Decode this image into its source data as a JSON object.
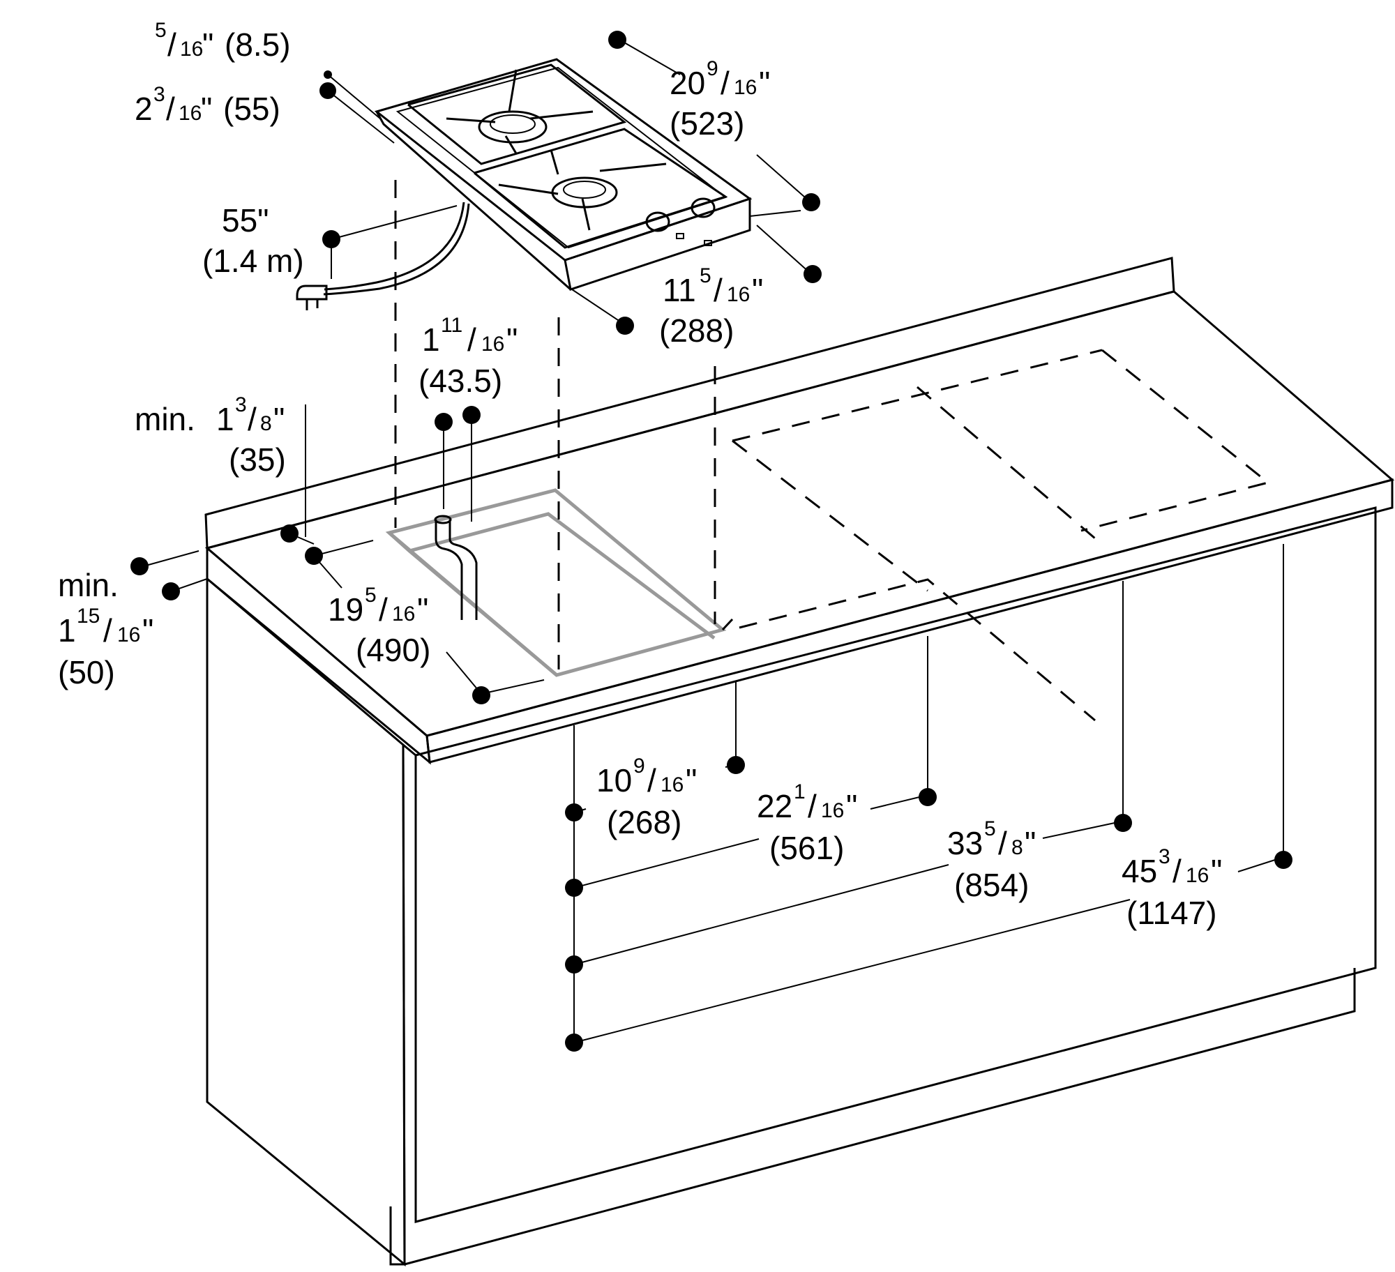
{
  "colors": {
    "line": "#000000",
    "cutout": "#999999",
    "background": "#ffffff"
  },
  "dimensions": {
    "top_grate_thickness": {
      "num": "5",
      "den": "16",
      "metric": "(8.5)"
    },
    "cooktop_height": {
      "whole": "2",
      "num": "3",
      "den": "16",
      "metric": "(55)"
    },
    "cooktop_depth": {
      "whole": "20",
      "num": "9",
      "den": "16",
      "metric": "(523)"
    },
    "cord_length": {
      "value": "55\"",
      "metric": "(1.4 m)"
    },
    "cooktop_width": {
      "whole": "11",
      "num": "5",
      "den": "16",
      "metric": "(288)"
    },
    "gas_offset": {
      "whole": "1",
      "num": "11",
      "den": "16",
      "metric": "(43.5)"
    },
    "min_backsplash": {
      "prefix": "min.",
      "whole": "1",
      "num": "3",
      "den": "8",
      "metric": "(35)"
    },
    "min_front_edge": {
      "prefix": "min.",
      "whole": "1",
      "num": "15",
      "den": "16",
      "metric": "(50)"
    },
    "cutout_depth": {
      "whole": "19",
      "num": "5",
      "den": "16",
      "metric": "(490)"
    },
    "cutout_width_1": {
      "whole": "10",
      "num": "9",
      "den": "16",
      "metric": "(268)"
    },
    "cutout_width_2": {
      "whole": "22",
      "num": "1",
      "den": "16",
      "metric": "(561)"
    },
    "cutout_width_3": {
      "whole": "33",
      "num": "5",
      "den": "8",
      "metric": "(854)"
    },
    "cutout_width_4": {
      "whole": "45",
      "num": "3",
      "den": "16",
      "metric": "(1147)"
    }
  }
}
